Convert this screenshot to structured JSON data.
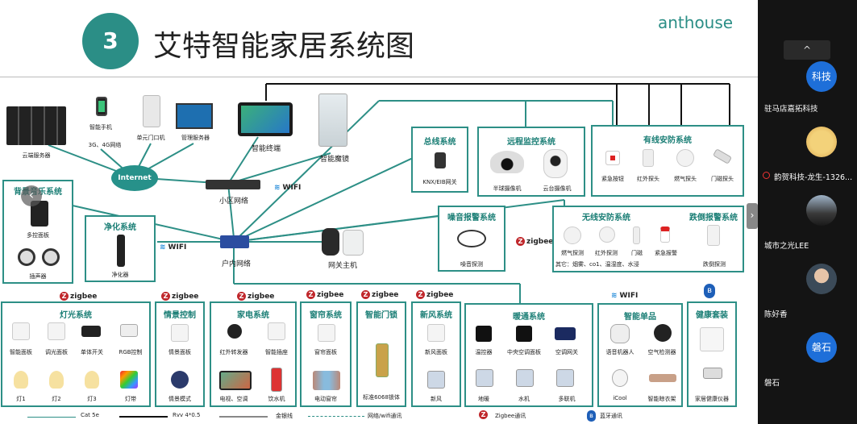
{
  "header": {
    "badge": "3",
    "title": "艾特智能家居系统图",
    "logo": "anthouse"
  },
  "top": {
    "cloud": "云端服务器",
    "phone": "智能手机",
    "phone_net": "3G、4G网络",
    "internet": "Internet",
    "door": "单元门口机",
    "mgmt": "管理服务器",
    "terminal": "智能终端",
    "mirror": "智能魔镜",
    "community": "小区网络",
    "wifi": "WIFI",
    "home": "户内网络",
    "gateway": "网关主机"
  },
  "groups": {
    "music": {
      "title": "背景音乐系统",
      "items": [
        "多控面板",
        "插声器"
      ]
    },
    "purify": {
      "title": "净化系统",
      "items": [
        "净化器"
      ],
      "wifi": "WIFI"
    },
    "bus": {
      "title": "总线系统",
      "items": [
        "KNX/EIB网关"
      ]
    },
    "monitor": {
      "title": "远程监控系统",
      "items": [
        "半球摄像机",
        "云台摄像机"
      ]
    },
    "wired": {
      "title": "有线安防系统",
      "items": [
        "紧急按钮",
        "红外探头",
        "燃气探头",
        "门磁探头"
      ]
    },
    "noise": {
      "title": "噪音报警系统",
      "items": [
        "噪音探测"
      ]
    },
    "wireless": {
      "title": "无线安防系统",
      "items": [
        "燃气探测",
        "红外探测",
        "门磁",
        "紧急报警"
      ],
      "note": "其它：烟雾、co1、温湿度、水浸"
    },
    "fall": {
      "title": "跌倒报警系统",
      "items": [
        "跌倒探测"
      ]
    },
    "light": {
      "title": "灯光系统",
      "items": [
        "智能面板",
        "调光面板",
        "单体开关",
        "RGB控制",
        "灯1",
        "灯2",
        "灯3",
        "灯带"
      ]
    },
    "scene": {
      "title": "情景控制",
      "items": [
        "情景面板",
        "情景模式"
      ]
    },
    "appliance": {
      "title": "家电系统",
      "items": [
        "红外转发器",
        "智能插座",
        "电视、空调",
        "饮水机"
      ]
    },
    "curtain": {
      "title": "窗帘系统",
      "items": [
        "窗帘面板",
        "电动窗帘"
      ]
    },
    "lock": {
      "title": "智能门锁",
      "items": [
        "标准6068锁体"
      ]
    },
    "fresh": {
      "title": "新风系统",
      "items": [
        "新风面板",
        "新风"
      ]
    },
    "hvac": {
      "title": "暖通系统",
      "items": [
        "温控器",
        "中央空调面板",
        "空调网关",
        "地暖",
        "水机",
        "多联机"
      ]
    },
    "single": {
      "title": "智能单品",
      "items": [
        "语音机器人",
        "空气检测器",
        "iCool",
        "智能晾衣架"
      ]
    },
    "health": {
      "title": "健康套装",
      "items": [
        "家居健康仪器"
      ]
    }
  },
  "zigbee": {
    "label": "zigbee",
    "badge": "Z"
  },
  "bluetooth": {
    "glyph": "ʙ"
  },
  "legend": [
    "Cat 5e",
    "Rvv 4*0.5",
    "金银线",
    "网络/wifi通讯",
    "Zigbee通讯",
    "蓝牙通讯"
  ],
  "sidebar": {
    "users": [
      {
        "name": "驻马店嘉拓科技",
        "avatar_text": "科技",
        "color": "#1e6fd9"
      },
      {
        "name": "韵贺科技-龙生-1326...",
        "avatar_text": "",
        "color": "#e8b84a",
        "muted": true
      },
      {
        "name": "城市之光LEE",
        "avatar_text": "",
        "color": "#6a5a50"
      },
      {
        "name": "陈好香",
        "avatar_text": "",
        "color": "#7a8a95"
      },
      {
        "name": "磐石",
        "avatar_text": "磐石",
        "color": "#1e6fd9"
      }
    ],
    "chevron": "^"
  },
  "colors": {
    "teal": "#2d8f86",
    "title_teal": "#1a7e75",
    "accent": "#c0282c"
  }
}
